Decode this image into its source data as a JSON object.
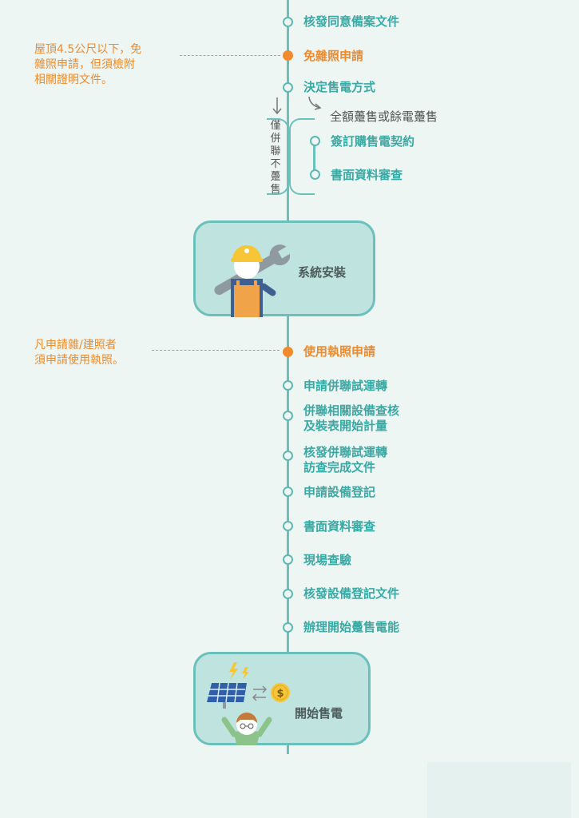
{
  "steps_top": [
    {
      "label": "核發同意備案文件",
      "highlight": false
    },
    {
      "label": "免雜照申請",
      "highlight": true
    },
    {
      "label": "決定售電方式",
      "highlight": false
    }
  ],
  "branch": {
    "label": "全額躉售或餘電躉售",
    "steps": [
      "簽訂購售電契約",
      "書面資料審查"
    ],
    "vertical_label": "僅併聯不躉售"
  },
  "notes": {
    "roof": [
      "屋頂4.5公尺以下，免",
      "雜照申請，但須檢附",
      "相關證明文件。"
    ],
    "license": [
      "凡申請雜/建照者",
      "須申請使用執照。"
    ]
  },
  "install_box": {
    "label": "系統安裝"
  },
  "steps_bottom": [
    {
      "lines": [
        "使用執照申請"
      ],
      "highlight": true
    },
    {
      "lines": [
        "申請併聯試運轉"
      ],
      "highlight": false
    },
    {
      "lines": [
        "併聯相關設備查核",
        "及裝表開始計量"
      ],
      "highlight": false
    },
    {
      "lines": [
        "核發併聯試運轉",
        "訪查完成文件"
      ],
      "highlight": false
    },
    {
      "lines": [
        "申請設備登記"
      ],
      "highlight": false
    },
    {
      "lines": [
        "書面資料審查"
      ],
      "highlight": false
    },
    {
      "lines": [
        "現場查驗"
      ],
      "highlight": false
    },
    {
      "lines": [
        "核發設備登記文件"
      ],
      "highlight": false
    },
    {
      "lines": [
        "辦理開始躉售電能"
      ],
      "highlight": false
    }
  ],
  "sell_box": {
    "label": "開始售電"
  },
  "colors": {
    "teal": "#3aa9a4",
    "line": "#6cc0bb",
    "orange": "#f08a2c",
    "box_fill": "#bfe4df",
    "background": "#eef6f4"
  },
  "icons": [
    "worker-with-wrench-icon",
    "solar-panel-icon",
    "lightning-icon",
    "exchange-arrows-icon",
    "coin-dollar-icon",
    "happy-person-icon"
  ]
}
